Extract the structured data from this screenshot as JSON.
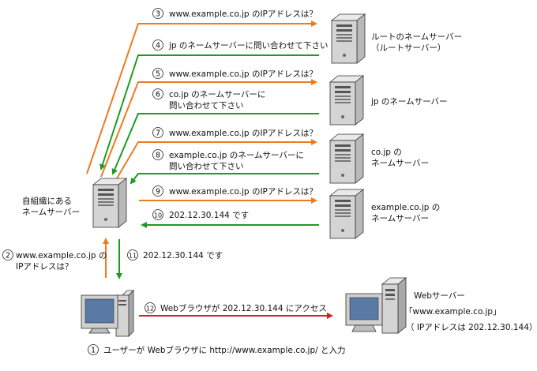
{
  "colors": {
    "query": "#f07a1e",
    "answer": "#1f9a24",
    "access": "#d81e1e",
    "server_dark": "#b9b9b9",
    "server_light": "#e9e9e9",
    "server_outline": "#333333"
  },
  "steps": [
    {
      "num": "3",
      "lines": [
        "www.example.co.jp のIPアドレスは？"
      ]
    },
    {
      "num": "4",
      "lines": [
        "jp のネームサーバーに問い合わせて下さい"
      ]
    },
    {
      "num": "5",
      "lines": [
        "www.example.co.jp のIPアドレスは？"
      ]
    },
    {
      "num": "6",
      "lines": [
        "co.jp のネームサーバーに",
        "問い合わせて下さい"
      ]
    },
    {
      "num": "7",
      "lines": [
        "www.example.co.jp のIPアドレスは？"
      ]
    },
    {
      "num": "8",
      "lines": [
        "example.co.jp のネームサーバーに",
        "問い合わせて下さい"
      ]
    },
    {
      "num": "9",
      "lines": [
        "www.example.co.jp のIPアドレスは？"
      ]
    },
    {
      "num": "10",
      "lines": [
        "202.12.30.144 です"
      ]
    },
    {
      "num": "2",
      "lines": [
        "www.example.co.jp の",
        "IPアドレスは？"
      ]
    },
    {
      "num": "11",
      "lines": [
        "202.12.30.144 です"
      ]
    },
    {
      "num": "12",
      "lines": [
        "Webブラウザが 202.12.30.144 にアクセス"
      ]
    },
    {
      "num": "1",
      "lines": [
        "ユーザーが Webブラウザに http://www.example.co.jp/ と入力"
      ]
    }
  ],
  "servers": [
    {
      "id": "root",
      "lines": [
        "ルートのネームサーバー",
        "（ルートサーバー）"
      ]
    },
    {
      "id": "jp",
      "lines": [
        "jp のネームサーバー"
      ]
    },
    {
      "id": "cojp",
      "lines": [
        "co.jp の",
        "ネームサーバー"
      ]
    },
    {
      "id": "example",
      "lines": [
        "example.co.jp の",
        "ネームサーバー"
      ]
    },
    {
      "id": "local",
      "lines": [
        "自組織にある",
        "ネームサーバー"
      ]
    }
  ],
  "webserver": {
    "lines": [
      "Webサーバー",
      "「www.example.co.jp」",
      "（ IPアドレスは 202.12.30.144）"
    ]
  }
}
